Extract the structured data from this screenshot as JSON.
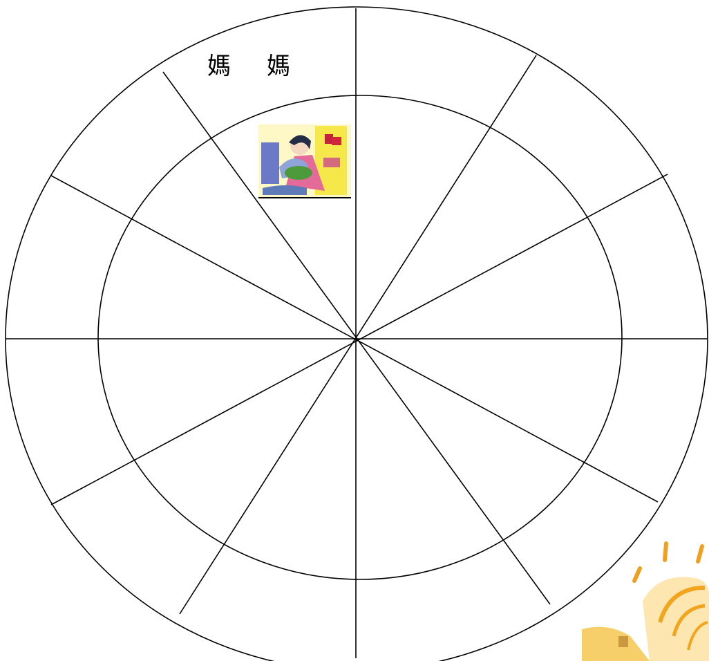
{
  "wheel": {
    "segment_count": 12,
    "segments": [
      {
        "label": "媽",
        "label2": "媽",
        "has_illustration": true,
        "illustration": "mother-cooking-illustration"
      },
      {
        "label": "",
        "has_illustration": false
      },
      {
        "label": "",
        "has_illustration": false
      },
      {
        "label": "",
        "has_illustration": false
      },
      {
        "label": "",
        "has_illustration": false
      },
      {
        "label": "",
        "has_illustration": false
      },
      {
        "label": "",
        "has_illustration": false
      },
      {
        "label": "",
        "has_illustration": false
      },
      {
        "label": "",
        "has_illustration": false
      },
      {
        "label": "",
        "has_illustration": false
      },
      {
        "label": "",
        "has_illustration": false
      },
      {
        "label": "",
        "has_illustration": false
      }
    ]
  },
  "decorations": {
    "corner_logo": "sun-logo-icon"
  },
  "colors": {
    "line": "#000000",
    "sun": "#f5a623",
    "sun_light": "#fde2a6"
  }
}
